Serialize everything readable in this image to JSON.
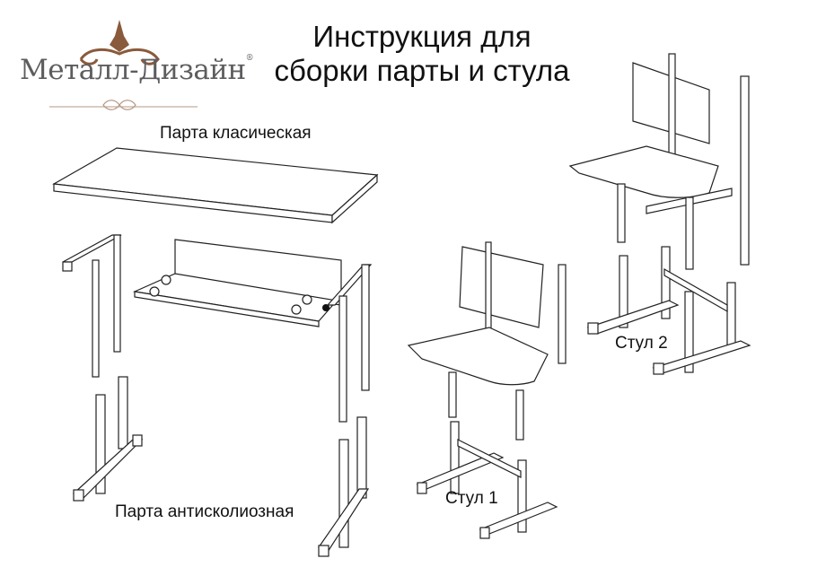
{
  "logo": {
    "brand": "Металл-Дизайн",
    "registered": "®"
  },
  "title": {
    "line1": "Инструкция для",
    "line2": "сборки парты и стула"
  },
  "labels": {
    "desk_classic": "Парта класическая",
    "desk_antiscoliosis": "Парта антисколиозная",
    "chair1": "Стул 1",
    "chair2": "Стул 2"
  },
  "colors": {
    "logo_brown": "#8a5a3c",
    "logo_gray": "#5d5d5f"
  }
}
